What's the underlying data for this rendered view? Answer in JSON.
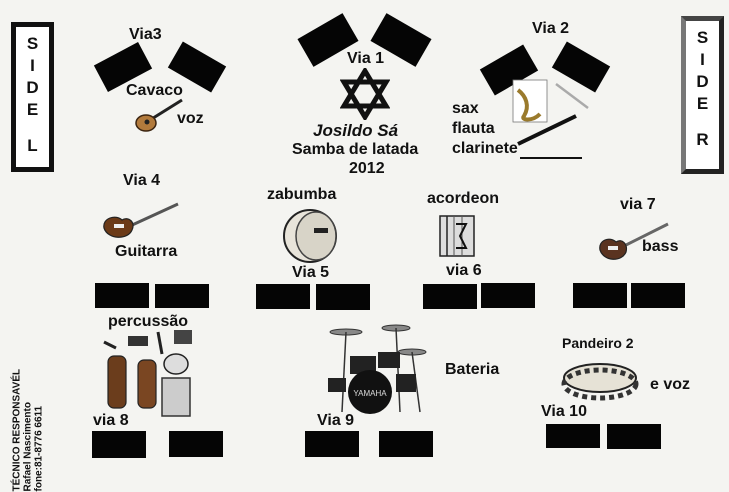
{
  "side_left": [
    "S",
    "I",
    "D",
    "E",
    "L"
  ],
  "side_right": [
    "S",
    "I",
    "D",
    "E",
    "R"
  ],
  "vias": {
    "via1": "Via 1",
    "via2": "Via 2",
    "via3": "Via3",
    "via4": "Via 4",
    "via5": "Via 5",
    "via6": "via 6",
    "via7": "via 7",
    "via8": "via 8",
    "via9": "Via 9",
    "via10": "Via 10"
  },
  "instruments": {
    "cavaco": "Cavaco",
    "voz": "voz",
    "sax": "sax",
    "flauta": "flauta",
    "clarinete": "clarinete",
    "zabumba": "zabumba",
    "acordeon": "acordeon",
    "guitarra": "Guitarra",
    "bass": "bass",
    "percussao": "percussão",
    "bateria": "Bateria",
    "pandeiro2": "Pandeiro 2",
    "e_voz": "e voz"
  },
  "artist": {
    "name": "Josildo Sá",
    "show": "Samba de latada",
    "year": "2012"
  },
  "drum_brand": "YAMAHA",
  "technician": {
    "title": "TÉCNICO RESPONSAVÉL",
    "name": "Rafael Nascimento",
    "phone": "fone:81-8776 6611"
  }
}
